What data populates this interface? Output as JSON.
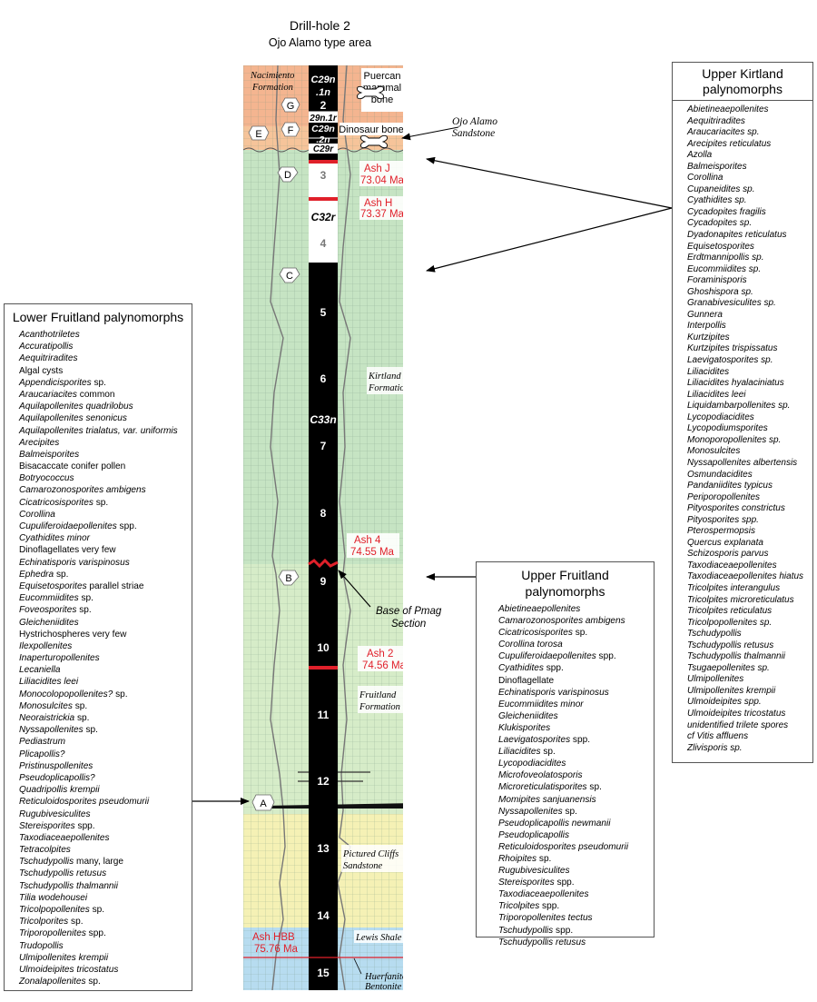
{
  "header": {
    "title": "Drill-hole 2",
    "subtitle": "Ojo Alamo type area"
  },
  "log": {
    "depths": [
      "2",
      "3",
      "4",
      "5",
      "6",
      "7",
      "8",
      "9",
      "10",
      "11",
      "12",
      "13",
      "14",
      "15"
    ],
    "polarity": [
      "C29n .1n",
      "29n.1r",
      "C29n .2n",
      "C29r",
      "C32r",
      "C33n"
    ],
    "polarity_c29n1": [
      "C29n",
      ".1n"
    ],
    "polarity_c29n2": [
      "C29n",
      ".2n"
    ],
    "sample_points": [
      "G",
      "F",
      "E",
      "D",
      "C",
      "B",
      "A"
    ],
    "formations": {
      "nacimiento": [
        "Nacimiento",
        "Formation"
      ],
      "kirtland": [
        "Kirtland",
        "Formation"
      ],
      "fruitland": [
        "Fruitland",
        "Formation"
      ],
      "pictured_cliffs": [
        "Pictured Cliffs",
        "Sandstone"
      ],
      "lewis": "Lewis Shale",
      "huerfanito": [
        "Huerfanito",
        "Bentonite Bed"
      ]
    },
    "ashes": [
      {
        "name": "Ash J",
        "age": "73.04 Ma"
      },
      {
        "name": "Ash H",
        "age": "73.37 Ma"
      },
      {
        "name": "Ash 4",
        "age": "74.55 Ma"
      },
      {
        "name": "Ash 2",
        "age": "74.56 Ma"
      },
      {
        "name": "Ash HBB",
        "age": "75.76 Ma"
      }
    ],
    "fossils": {
      "mammal": [
        "Puercan",
        "mammal",
        "bone"
      ],
      "dinosaur": "Dinosaur bone"
    }
  },
  "annotations": {
    "ojo_alamo": [
      "Ojo Alamo",
      "Sandstone"
    ],
    "base_pmag": [
      "Base of Pmag",
      "Section"
    ]
  },
  "lower_fruitland": {
    "title": "Lower Fruitland palynomorphs",
    "items": [
      [
        "Acanthotriletes",
        ""
      ],
      [
        "Accuratipollis",
        ""
      ],
      [
        "Aequitriradites",
        ""
      ],
      [
        "",
        "Algal cysts"
      ],
      [
        "Appendicisporites",
        " sp."
      ],
      [
        "Araucariacites",
        " common"
      ],
      [
        "Aquilapollenites quadrilobus",
        ""
      ],
      [
        "Aquilapollenites senonicus",
        ""
      ],
      [
        "Aquilapollenites trialatus, var. uniformis",
        ""
      ],
      [
        "Arecipites",
        ""
      ],
      [
        "Balmeisporites",
        ""
      ],
      [
        "",
        "Bisacaccate conifer pollen"
      ],
      [
        "Botryococcus",
        ""
      ],
      [
        "Camarozonosporites ambigens",
        ""
      ],
      [
        "Cicatricosisporites",
        " sp."
      ],
      [
        "Corollina",
        ""
      ],
      [
        "Cupuliferoidaepollenites",
        " spp."
      ],
      [
        "Cyathidites minor",
        ""
      ],
      [
        "",
        "Dinoflagellates very few"
      ],
      [
        "Echinatisporis varispinosus",
        ""
      ],
      [
        "Ephedra",
        " sp."
      ],
      [
        "Equisetosporites",
        " parallel striae"
      ],
      [
        "Eucommiidites",
        " sp."
      ],
      [
        "Foveosporites",
        " sp."
      ],
      [
        "Gleicheniidites",
        ""
      ],
      [
        "",
        "Hystrichospheres very few"
      ],
      [
        "Ilexpollenites",
        ""
      ],
      [
        "Inaperturopollenites",
        ""
      ],
      [
        "Lecaniella",
        ""
      ],
      [
        "Liliacidites leei",
        ""
      ],
      [
        "Monocolopopollenites?",
        " sp."
      ],
      [
        "Monosulcites",
        " sp."
      ],
      [
        "Neoraistrickia",
        " sp."
      ],
      [
        "Nyssapollenites",
        " sp."
      ],
      [
        "Pediastrum",
        ""
      ],
      [
        "Plicapollis?",
        ""
      ],
      [
        "Pristinuspollenites",
        ""
      ],
      [
        "Pseudoplicapollis?",
        ""
      ],
      [
        "Quadripollis krempii",
        ""
      ],
      [
        "Reticuloidosporites pseudomurii",
        ""
      ],
      [
        "Rugubivesiculites",
        ""
      ],
      [
        "Stereisporites",
        " spp."
      ],
      [
        "Taxodiaceaepollenites",
        ""
      ],
      [
        "Tetracolpites",
        ""
      ],
      [
        "Tschudypollis",
        " many, large"
      ],
      [
        "Tschudypollis retusus",
        ""
      ],
      [
        "Tschudypollis thalmannii",
        ""
      ],
      [
        "Tilia wodehousei",
        ""
      ],
      [
        "Tricolpopollenites",
        " sp."
      ],
      [
        "Tricolporites",
        " sp."
      ],
      [
        "Triporopollenites",
        " spp."
      ],
      [
        "Trudopollis",
        ""
      ],
      [
        "Ulmipollenites krempii",
        ""
      ],
      [
        "Ulmoideipites tricostatus",
        ""
      ],
      [
        "Zonalapollenites",
        " sp."
      ]
    ]
  },
  "upper_fruitland": {
    "title": "Upper Fruitland palynomorphs",
    "items": [
      [
        "Abietineaepollenites",
        ""
      ],
      [
        "Camarozonosporites ambigens",
        ""
      ],
      [
        "Cicatricosisporites",
        " sp."
      ],
      [
        "Corollina torosa",
        ""
      ],
      [
        "Cupuliferoidaepollenites",
        " spp."
      ],
      [
        "Cyathidites",
        " spp."
      ],
      [
        "",
        "Dinoflagellate"
      ],
      [
        "Echinatisporis varispinosus",
        ""
      ],
      [
        "Eucommiidites minor",
        ""
      ],
      [
        "Gleicheniidites",
        ""
      ],
      [
        "Klukisporites",
        ""
      ],
      [
        "Laevigatosporites",
        " spp."
      ],
      [
        "Liliacidites",
        " sp."
      ],
      [
        "Lycopodiacidites",
        ""
      ],
      [
        "Microfoveolatosporis",
        ""
      ],
      [
        "Microreticulatisporites",
        " sp."
      ],
      [
        "Momipites sanjuanensis",
        ""
      ],
      [
        "Nyssapollenites",
        " sp."
      ],
      [
        "Pseudoplicapollis newmanii",
        ""
      ],
      [
        "Pseudoplicapollis",
        ""
      ],
      [
        "Reticuloidosporites pseudomurii",
        ""
      ],
      [
        "Rhoipites",
        " sp."
      ],
      [
        "Rugubivesiculites",
        ""
      ],
      [
        "Stereisporites",
        " spp."
      ],
      [
        "Taxodiaceaepollenites",
        ""
      ],
      [
        "Tricolpites",
        " spp."
      ],
      [
        "Triporopollenites tectus",
        ""
      ],
      [
        "Tschudypollis",
        " spp."
      ],
      [
        "Tschudypollis retusus",
        ""
      ]
    ]
  },
  "upper_kirtland": {
    "title": [
      "Upper Kirtland",
      "palynomorphs"
    ],
    "items": [
      "Abietineaepollenites",
      "Aequitriradites",
      "Araucariacites sp.",
      "Arecipites reticulatus",
      "Azolla",
      "Balmeisporites",
      "Corollina",
      "Cupaneidites sp.",
      "Cyathidites sp.",
      "Cycadopites fragilis",
      "Cycadopites sp.",
      "Dyadonapites reticulatus",
      "Equisetosporites",
      "Erdtmannipollis sp.",
      "Eucommiidites sp.",
      "Foraminisporis",
      "Ghoshispora sp.",
      "Granabivesiculites sp.",
      "Gunnera",
      "Interpollis",
      "Kurtzipites",
      "Kurtzipites trispissatus",
      "Laevigatosporites sp.",
      "Liliacidites",
      "Liliacidites hyalaciniatus",
      "Liliacidites leei",
      "Liquidambarpollenites sp.",
      "Lycopodiacidites",
      "Lycopodiumsporites",
      "Monoporopollenites sp.",
      "Monosulcites",
      "Nyssapollenites albertensis",
      "Osmundacidites",
      "Pandaniidites typicus",
      "Periporopollenites",
      "Pityosporites constrictus",
      "Pityosporites spp.",
      "Pterospermopsis",
      "Quercus explanata",
      "Schizosporis parvus",
      "Taxodiaceaepollenites",
      "Taxodiaceaepollenites hiatus",
      "Tricolpites interangulus",
      "Tricolpites microreticulatus",
      "Tricolpites reticulatus",
      "Tricolpopollenites sp.",
      "Tschudypollis",
      "Tschudypollis retusus",
      "Tschudypollis thalmannii",
      "Tsugaepollenites sp.",
      "Ulmipollenites",
      "Ulmipollenites krempii",
      "Ulmoideipites spp.",
      "Ulmoideipites tricostatus",
      "unidentified trilete spores",
      "cf Vitis affluens",
      "Zlivisporis sp."
    ]
  }
}
